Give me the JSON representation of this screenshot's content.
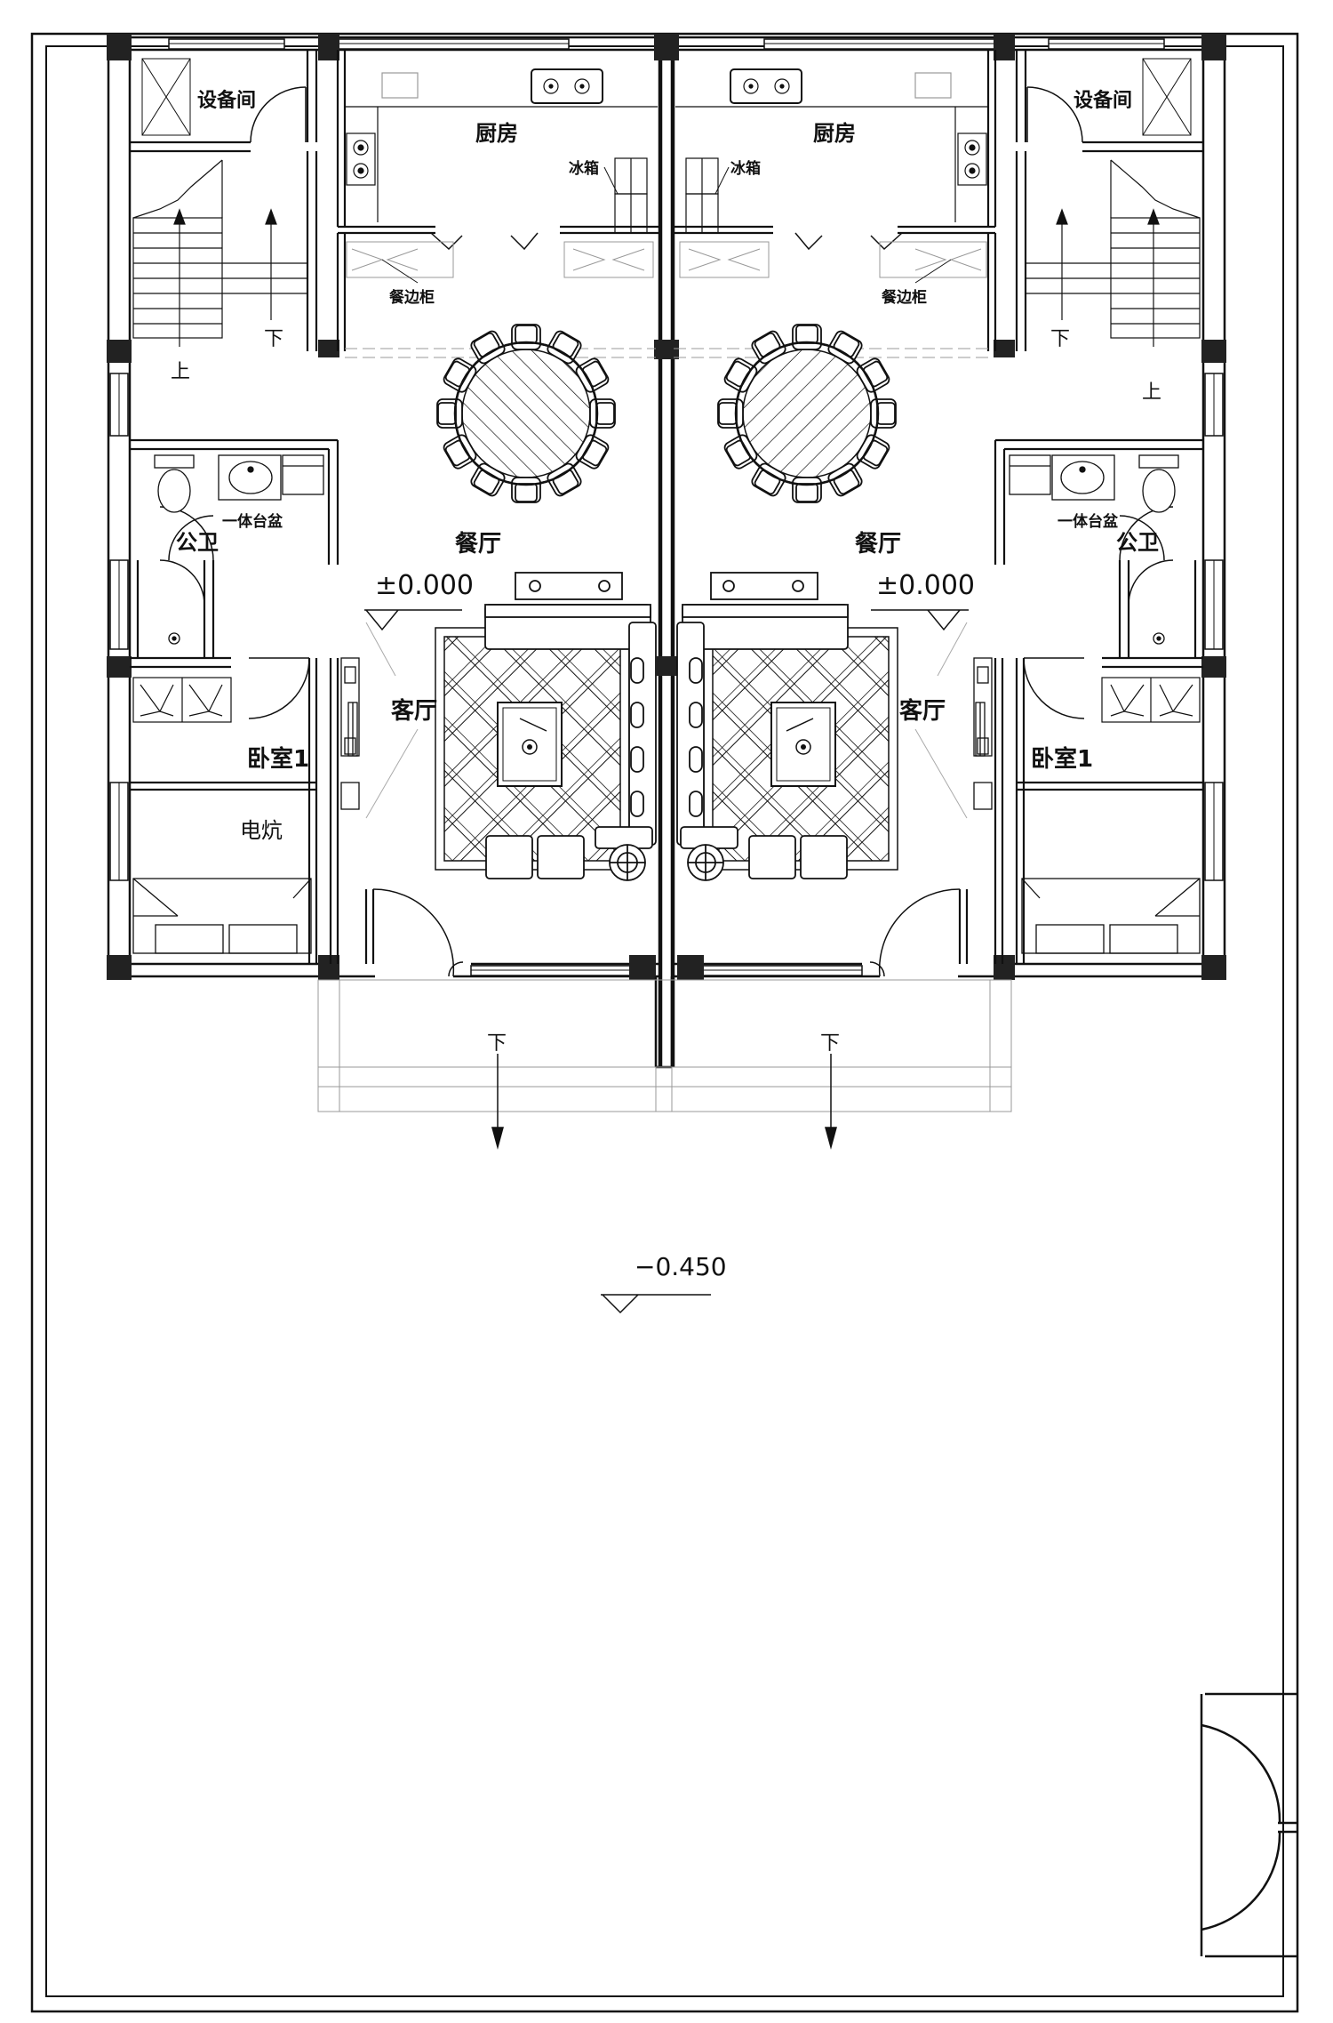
{
  "labels": {
    "equipment_room": "设备间",
    "kitchen": "厨房",
    "fridge": "冰箱",
    "sideboard": "餐边柜",
    "up": "上",
    "down": "下",
    "dining_room": "餐厅",
    "public_bath": "公卫",
    "vanity": "一体台盆",
    "living_room": "客厅",
    "bedroom1": "卧室1",
    "kang": "电炕"
  },
  "elevations": {
    "floor": "±0.000",
    "yard": "−0.450"
  }
}
